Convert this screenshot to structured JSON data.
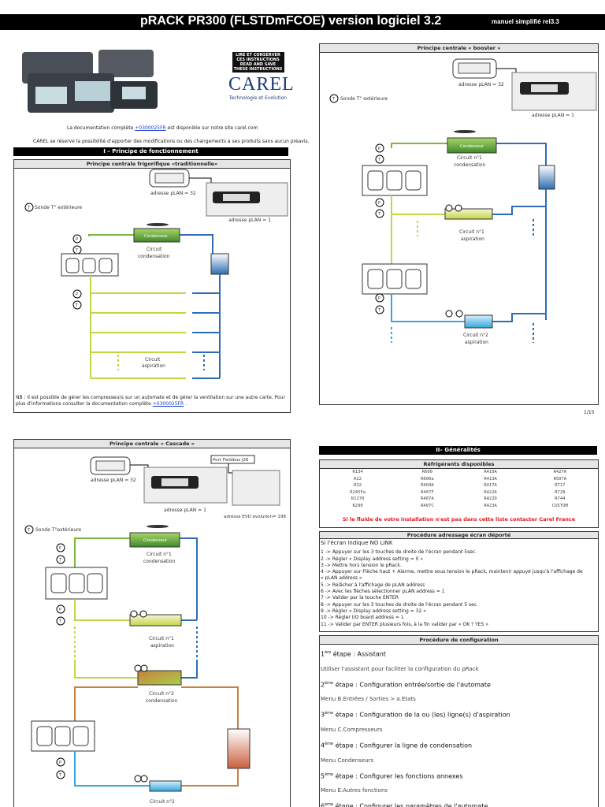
{
  "header": {
    "title": "pRACK PR300 (FLSTDmFCOE) version logiciel 3.2",
    "subtitle": "manuel simplifié rel3.3"
  },
  "logo": {
    "notice": [
      "LIRE ET CONSERVER",
      "CES INSTRUCTIONS",
      "READ AND SAVE",
      "THESE INSTRUCTIONS"
    ],
    "brand": "CAREL",
    "tagline": "Technologie et Evolution"
  },
  "intro": {
    "doc_prefix": "La documentation complète ",
    "doc_link": "+0300025FR",
    "doc_suffix": " est disponible sur notre site carel.com",
    "disclaimer": "CAREL se réserve la possibilité d'apporter des modifications ou des changements à ses produits sans aucun préavis."
  },
  "section1": {
    "title": "I – Principe de fonctionnement"
  },
  "traditional": {
    "title": "Principe centrale frigorifique «traditionnelle»",
    "addr32": "adresse pLAN = 32",
    "addr1": "adresse pLAN = 1",
    "sonde": "Sonde T° extérieure",
    "condenser": "Condenseur",
    "circuit_cond": [
      "Circuit",
      "condensation"
    ],
    "circuit_asp": [
      "Circuit",
      "aspiration"
    ],
    "nb_text": "NB : Il est possible de gérer les compresseurs sur un automate et de gérer la ventilation sur une autre carte. Pour plus d'informations consulter la documentation complète ",
    "nb_link": "+0300025FR",
    "nb_end": "."
  },
  "booster": {
    "title": "Principe centrale « booster »",
    "addr32": "adresse pLAN = 32",
    "addr1": "adresse pLAN = 1",
    "sonde": "Sonde T° extérieure",
    "condenser": "Condenseur",
    "circuit_cond": [
      "Circuit  n°1",
      "condensation"
    ],
    "circuit_asp1": [
      "Circuit n°1",
      "aspiration"
    ],
    "circuit_asp2": [
      "Circuit n°2",
      "aspiration"
    ]
  },
  "page_number": "1/15",
  "cascade": {
    "title": "Principe centrale « Cascade »",
    "fieldbus": "Port Fieldbus J26",
    "addr32": "adresse pLAN = 32",
    "addr1": "adresse pLAN = 1",
    "addr_evd": "adresse EVD evolution= 198",
    "sonde": "Sonde T°extérieure",
    "condenser": "Condenseur",
    "circuit1_cond": [
      "Circuit n°1",
      "condensation"
    ],
    "circuit1_asp": [
      "Circuit n°1",
      "aspiration"
    ],
    "circuit2_cond": [
      "Circuit n°2",
      "condensation"
    ],
    "circuit2_asp": [
      "Circuit n°2"
    ]
  },
  "section2": {
    "title": "II– Généralités"
  },
  "refrigerants": {
    "title": "Réfrigérants disponibles",
    "rows": [
      [
        "R134",
        "R600",
        "R410A",
        "R427A"
      ],
      [
        "R22",
        "R600a",
        "R413A",
        "R507A"
      ],
      [
        "R32",
        "R404A",
        "R417A",
        "R717"
      ],
      [
        "R245Fa",
        "R407F",
        "R422A",
        "R728"
      ],
      [
        "R1270",
        "R407A",
        "R422D",
        "R744"
      ],
      [
        "R290",
        "R407C",
        "R423A",
        "CUSTOM"
      ]
    ],
    "note": "Si le fluide de votre installation n'est pas dans cette liste contacter Carel France"
  },
  "addressing": {
    "title": "Procédure adressage écran déporté",
    "intro": "Si l'écran indique NO  LINK",
    "steps": [
      "1 -> Appuyer sur les 3 touches de droite de l'écran pendant 5sec.",
      "2 -> Régler « Display address setting = 0 »",
      "3 -> Mettre hors tension le pRack.",
      "4 -> Appuyer sur Flèche haut + Alarme, mettre sous tension le pRack, maintenir appuyé jusqu'à l'affichage de",
      "« pLAN address »",
      "5 -> Relâcher à l'affichage  de pLAN address",
      "6 -> Avec les flèches sélectionner pLAN address = 1",
      "7 -> Valider par la touche ENTER",
      "8 -> Appuyer sur les 3 touches de droite de l'écran pendant 5 sec.",
      "9 -> Régler « Display address setting  = 32 »",
      "10 -> Régler I/O board address = 1",
      "11 -> Valider par ENTER plusieurs fois, à la fin valider par  « OK ? YES »"
    ]
  },
  "configuration": {
    "title": "Procédure de configuration",
    "steps": [
      {
        "num": "1",
        "sup": "ère",
        "text": " étape : Assistant",
        "menu": "Utiliser l'assistant pour faciliter la configuration du pRack"
      },
      {
        "num": "2",
        "sup": "ème",
        "text": " étape : Configuration entrée/sortie de l'automate",
        "menu": "Menu B.Entrées / Sorties > a.Etats"
      },
      {
        "num": "3",
        "sup": "ème",
        "text": " étape : Configuration de la ou (les) ligne(s) d'aspiration",
        "menu": "Menu C.Compresseurs"
      },
      {
        "num": "4",
        "sup": "ème",
        "text": " étape : Configurer la ligne de condensation",
        "menu": "Menu Condenseurs"
      },
      {
        "num": "5",
        "sup": "ème",
        "text": " étape : Configurer les fonctions annexes",
        "menu": "Menu E.Autres fonctions"
      },
      {
        "num": "6",
        "sup": "ème",
        "text": " étape : Configurer les paramètres de l'automate",
        "menu": ""
      }
    ]
  },
  "colors": {
    "discharge": "#7db83a",
    "liquid": "#2e6db4",
    "suction": "#c3d545",
    "suction2": "#33a6dc",
    "cascade": "#c8803e",
    "link": "#1a3ccf",
    "warning": "#e3161b"
  }
}
